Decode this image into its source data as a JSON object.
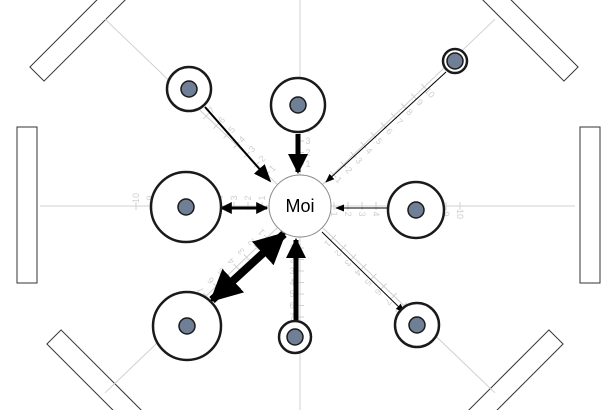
{
  "center": {
    "label": "Moi"
  },
  "scale_ticks": [
    "1",
    "2",
    "3",
    "4",
    "5",
    "6",
    "7",
    "8",
    "9",
    "10"
  ],
  "axes": [
    {
      "id": "north",
      "ticks": [
        "1",
        "2",
        "3",
        "4",
        "5",
        "6",
        "7"
      ]
    },
    {
      "id": "south",
      "ticks": [
        "1",
        "2",
        "3",
        "4",
        "5",
        "6",
        "7"
      ]
    },
    {
      "id": "east",
      "ticks": [
        "1",
        "2",
        "3",
        "4",
        "5",
        "6",
        "7",
        "8",
        "9",
        "10"
      ]
    },
    {
      "id": "west",
      "ticks": [
        "1",
        "2",
        "3",
        "4",
        "5",
        "6",
        "7",
        "8",
        "9",
        "10"
      ]
    },
    {
      "id": "north-east",
      "ticks": [
        "1",
        "2",
        "3",
        "4",
        "5",
        "6",
        "7",
        "8",
        "9",
        "10"
      ]
    },
    {
      "id": "north-west",
      "ticks": [
        "1",
        "2",
        "3",
        "4",
        "5",
        "6",
        "7",
        "8",
        "9",
        "10"
      ]
    },
    {
      "id": "south-east",
      "ticks": [
        "1",
        "2",
        "3",
        "4",
        "5",
        "6",
        "7",
        "8",
        "9",
        "10"
      ]
    },
    {
      "id": "south-west",
      "ticks": [
        "1",
        "2",
        "3",
        "4",
        "5",
        "6",
        "7",
        "8",
        "9",
        "10"
      ]
    }
  ],
  "colors": {
    "node_fill": "#6e7f96",
    "node_stroke": "#1a1a1a",
    "arrow": "#000000",
    "axis": "#d0d0d0",
    "panel": "#333333"
  },
  "relations": [
    {
      "node": "top-left",
      "direction": "to-center",
      "weight": 2
    },
    {
      "node": "top",
      "direction": "to-center",
      "weight": 5
    },
    {
      "node": "top-right",
      "direction": "to-center",
      "weight": 1
    },
    {
      "node": "left",
      "direction": "both",
      "weight": 3
    },
    {
      "node": "right",
      "direction": "to-center",
      "weight": 1
    },
    {
      "node": "bottom-left",
      "direction": "both",
      "weight": 8
    },
    {
      "node": "bottom",
      "direction": "to-center",
      "weight": 5
    },
    {
      "node": "bottom-right",
      "direction": "from-center",
      "weight": 1
    }
  ]
}
